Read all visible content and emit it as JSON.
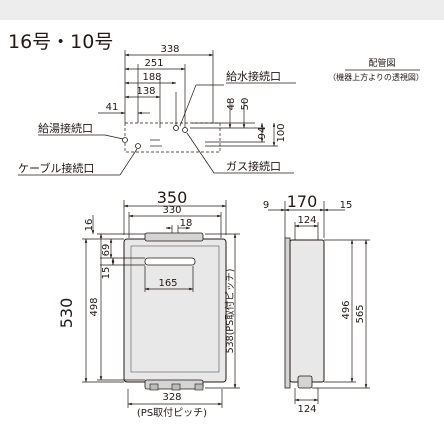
{
  "title": "16号・10号",
  "top_view": {
    "caption_line1": "配管図",
    "caption_line2": "（機器上方よりの透視図）",
    "dims": [
      "338",
      "251",
      "188",
      "138",
      "41",
      "48",
      "50",
      "94",
      "100"
    ],
    "labels": {
      "water_inlet": "給水接続口",
      "hot_water_outlet": "給湯接続口",
      "cable_inlet": "ケーブル接続口",
      "gas_inlet": "ガス接続口"
    }
  },
  "front_view": {
    "dims": [
      "350",
      "330",
      "18",
      "16",
      "69",
      "15",
      "165",
      "530",
      "498",
      "538(PS取付ピッチ)",
      "328"
    ],
    "bottom_note": "(PS取付ピッチ)"
  },
  "side_view": {
    "dims": [
      "9",
      "170",
      "15",
      "124",
      "496",
      "565",
      "124"
    ]
  }
}
